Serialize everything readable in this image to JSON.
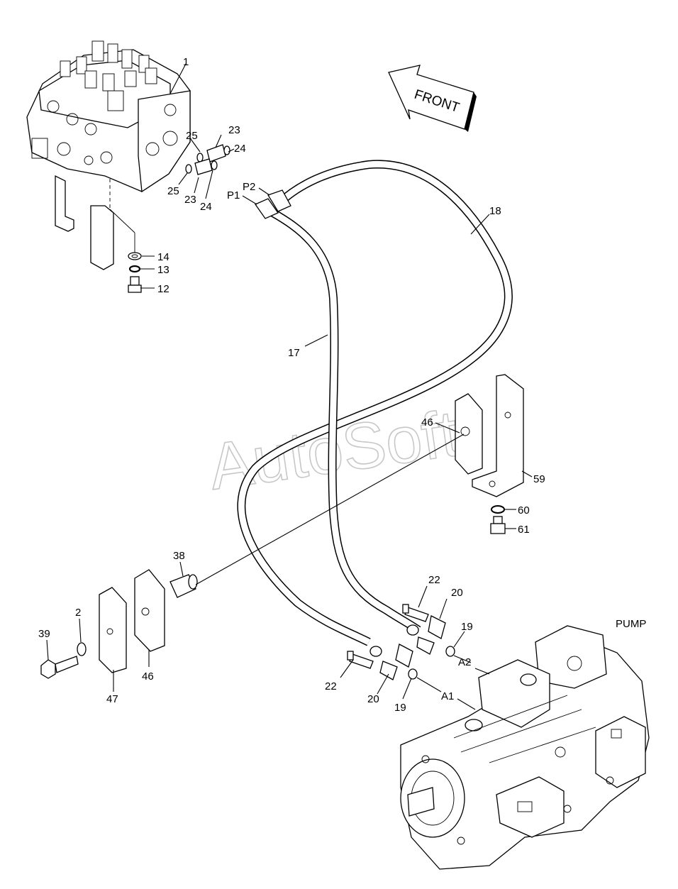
{
  "direction": {
    "label": "FRONT"
  },
  "watermark": "AutoSoft",
  "pump_label": "PUMP",
  "callouts": {
    "c1": "1",
    "c25a": "25",
    "c23a": "23",
    "c24a": "24",
    "c25b": "25",
    "c23b": "23",
    "c24b": "24",
    "p2": "P2",
    "p1": "P1",
    "c18": "18",
    "c17": "17",
    "c14": "14",
    "c13": "13",
    "c12": "12",
    "c46a": "46",
    "c59": "59",
    "c60": "60",
    "c61": "61",
    "c38": "38",
    "c2": "2",
    "c39": "39",
    "c47": "47",
    "c46b": "46",
    "c22a": "22",
    "c20a": "20",
    "c19a": "19",
    "a2": "A2",
    "c22b": "22",
    "c20b": "20",
    "c19b": "19",
    "a1": "A1"
  }
}
